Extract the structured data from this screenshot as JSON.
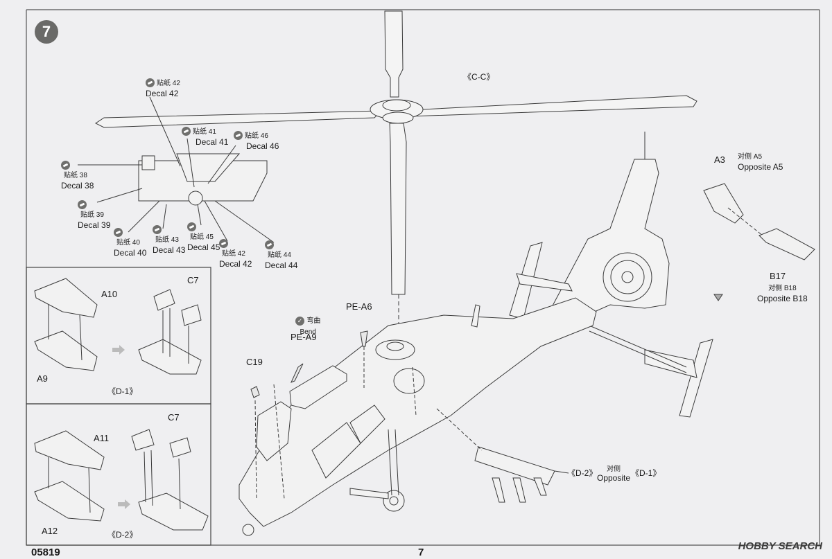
{
  "step": {
    "number": "7"
  },
  "main": {
    "rotor_view": "《C-C》",
    "pe_a6": "PE-A6",
    "pe_a9": "PE-A9",
    "bend_cn": "弯曲",
    "bend_en": "Bend",
    "c19": "C19",
    "a3": "A3",
    "opp_a5_cn": "对侧 A5",
    "opp_a5_en": "Opposite A5",
    "b17": "B17",
    "opp_b18_cn": "对侧 B18",
    "opp_b18_en": "Opposite B18",
    "d2_ref": "《D-2》",
    "opp_cn": "对侧",
    "opp_en": "Opposite",
    "d1_ref": "《D-1》"
  },
  "decals": {
    "d42a_cn": "贴纸 42",
    "d42a_en": "Decal 42",
    "d41_cn": "贴纸 41",
    "d41_en": "Decal 41",
    "d46_cn": "贴纸 46",
    "d46_en": "Decal 46",
    "d38_cn": "贴纸 38",
    "d38_en": "Decal 38",
    "d39_cn": "贴纸 39",
    "d39_en": "Decal 39",
    "d40_cn": "贴纸 40",
    "d40_en": "Decal 40",
    "d43_cn": "贴纸 43",
    "d43_en": "Decal 43",
    "d45_cn": "贴纸 45",
    "d45_en": "Decal 45",
    "d42b_cn": "贴纸 42",
    "d42b_en": "Decal 42",
    "d44_cn": "贴纸 44",
    "d44_en": "Decal 44"
  },
  "box_d1": {
    "a10": "A10",
    "a9": "A9",
    "c7": "C7",
    "title": "《D-1》"
  },
  "box_d2": {
    "a11": "A11",
    "a12": "A12",
    "c7": "C7",
    "title": "《D-2》"
  },
  "footer": {
    "part_no": "05819",
    "page": "7"
  },
  "watermark": {
    "text": "HOBBY SEARCH"
  }
}
